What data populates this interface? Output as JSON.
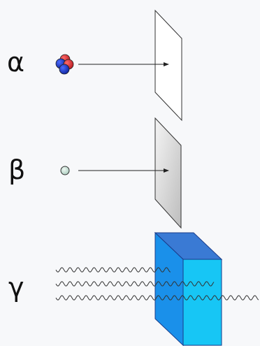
{
  "labels": {
    "alpha": "α",
    "beta": "β",
    "gamma": "γ"
  },
  "colors": {
    "background": "#f7f8fa",
    "proton": "#d21f26",
    "neutron": "#1131c7",
    "electron": "#c8e3d8",
    "paper_sheet": "#ffffff",
    "aluminium_sheet": "#d8d8d8",
    "lead_block_front": "#1a90ea",
    "lead_block_side": "#17c6f5",
    "lead_block_top": "#3a7ad4",
    "arrow": "#222222",
    "wave": "#333333"
  },
  "icons": {
    "alpha_particle": "helium-nucleus-icon",
    "beta_particle": "electron-icon"
  }
}
